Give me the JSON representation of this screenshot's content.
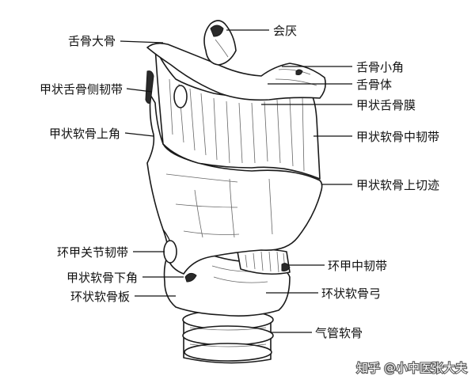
{
  "labels": {
    "epiglottis": "会厌",
    "hyoid_greater_horn": "舌骨大骨",
    "hyoid_lesser_horn": "舌骨小角",
    "hyoid_body": "舌骨体",
    "lateral_thyrohyoid_ligament": "甲状舌骨侧韧带",
    "thyrohyoid_membrane": "甲状舌骨膜",
    "thyroid_superior_horn": "甲状软骨上角",
    "median_cricothyroid_ligament_upper": "甲状软骨中韧带",
    "superior_thyroid_notch": "甲状软骨上切迹",
    "cricothyroid_joint_ligament": "环甲关节韧带",
    "cricothyroid_ligament": "环甲中韧带",
    "thyroid_inferior_horn": "甲状软骨下角",
    "cricoid_lamina": "环状软骨板",
    "cricoid_arch": "环状软骨弓",
    "tracheal_cartilage": "气管软骨"
  },
  "watermark": "知乎 @小中医张大夫"
}
